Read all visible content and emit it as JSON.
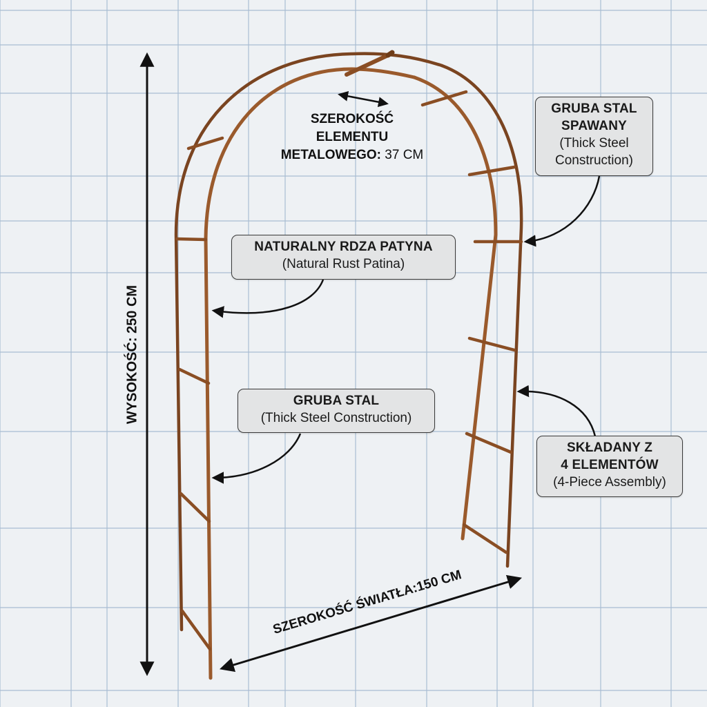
{
  "colors": {
    "background": "#eef1f4",
    "grid": "#a9bdd2",
    "rust": "#9a5a2c",
    "rust_dark": "#6e3c18",
    "label_bg": "#e3e4e5",
    "arrow": "#111111"
  },
  "dimensions": {
    "height": "WYSOKOŚĆ: 250 CM",
    "width": "SZEROKOŚĆ ŚWIATŁA:150 CM",
    "element_width": {
      "line1": "SZEROKOŚĆ",
      "line2": "ELEMENTU",
      "line3_bold": "METALOWEGO:",
      "line3_value": " 37 CM"
    }
  },
  "labels": {
    "welded": {
      "title1": "GRUBA STAL",
      "title2": "SPAWANY",
      "sub1": "(Thick Steel",
      "sub2": "Construction)"
    },
    "rust": {
      "title": "NATURALNY RDZA PATYNA",
      "sub": "(Natural Rust Patina)"
    },
    "steel": {
      "title": "GRUBA STAL",
      "sub": "(Thick Steel Construction)"
    },
    "assembly": {
      "title1": "SKŁADANY Z",
      "title2": "4 ELEMENTÓW",
      "sub": "(4-Piece Assembly)"
    }
  }
}
